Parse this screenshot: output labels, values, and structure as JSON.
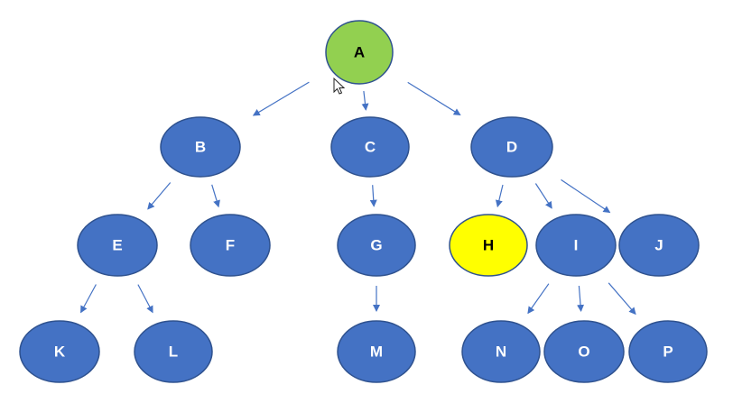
{
  "colors": {
    "default_fill": "#4472c4",
    "default_text": "#ffffff",
    "highlight_fill": "#ffff00",
    "highlight_text": "#000000",
    "root_fill": "#92d050",
    "root_text": "#000000",
    "edge": "#4472c4"
  },
  "tree": {
    "root": "A",
    "nodes": [
      {
        "id": "A",
        "label": "A",
        "state": "root"
      },
      {
        "id": "B",
        "label": "B",
        "state": "default"
      },
      {
        "id": "C",
        "label": "C",
        "state": "default"
      },
      {
        "id": "D",
        "label": "D",
        "state": "default"
      },
      {
        "id": "E",
        "label": "E",
        "state": "default"
      },
      {
        "id": "F",
        "label": "F",
        "state": "default"
      },
      {
        "id": "G",
        "label": "G",
        "state": "default"
      },
      {
        "id": "H",
        "label": "H",
        "state": "highlighted"
      },
      {
        "id": "I",
        "label": "I",
        "state": "default"
      },
      {
        "id": "J",
        "label": "J",
        "state": "default"
      },
      {
        "id": "K",
        "label": "K",
        "state": "default"
      },
      {
        "id": "L",
        "label": "L",
        "state": "default"
      },
      {
        "id": "M",
        "label": "M",
        "state": "default"
      },
      {
        "id": "N",
        "label": "N",
        "state": "default"
      },
      {
        "id": "O",
        "label": "O",
        "state": "default"
      },
      {
        "id": "P",
        "label": "P",
        "state": "default"
      }
    ],
    "edges": [
      {
        "from": "A",
        "to": "B"
      },
      {
        "from": "A",
        "to": "C"
      },
      {
        "from": "A",
        "to": "D"
      },
      {
        "from": "B",
        "to": "E"
      },
      {
        "from": "B",
        "to": "F"
      },
      {
        "from": "C",
        "to": "G"
      },
      {
        "from": "D",
        "to": "H"
      },
      {
        "from": "D",
        "to": "I"
      },
      {
        "from": "D",
        "to": "J"
      },
      {
        "from": "E",
        "to": "K"
      },
      {
        "from": "E",
        "to": "L"
      },
      {
        "from": "G",
        "to": "M"
      },
      {
        "from": "I",
        "to": "N"
      },
      {
        "from": "I",
        "to": "O"
      },
      {
        "from": "I",
        "to": "P"
      }
    ]
  },
  "cursor": {
    "icon": "mouse-pointer-icon"
  }
}
